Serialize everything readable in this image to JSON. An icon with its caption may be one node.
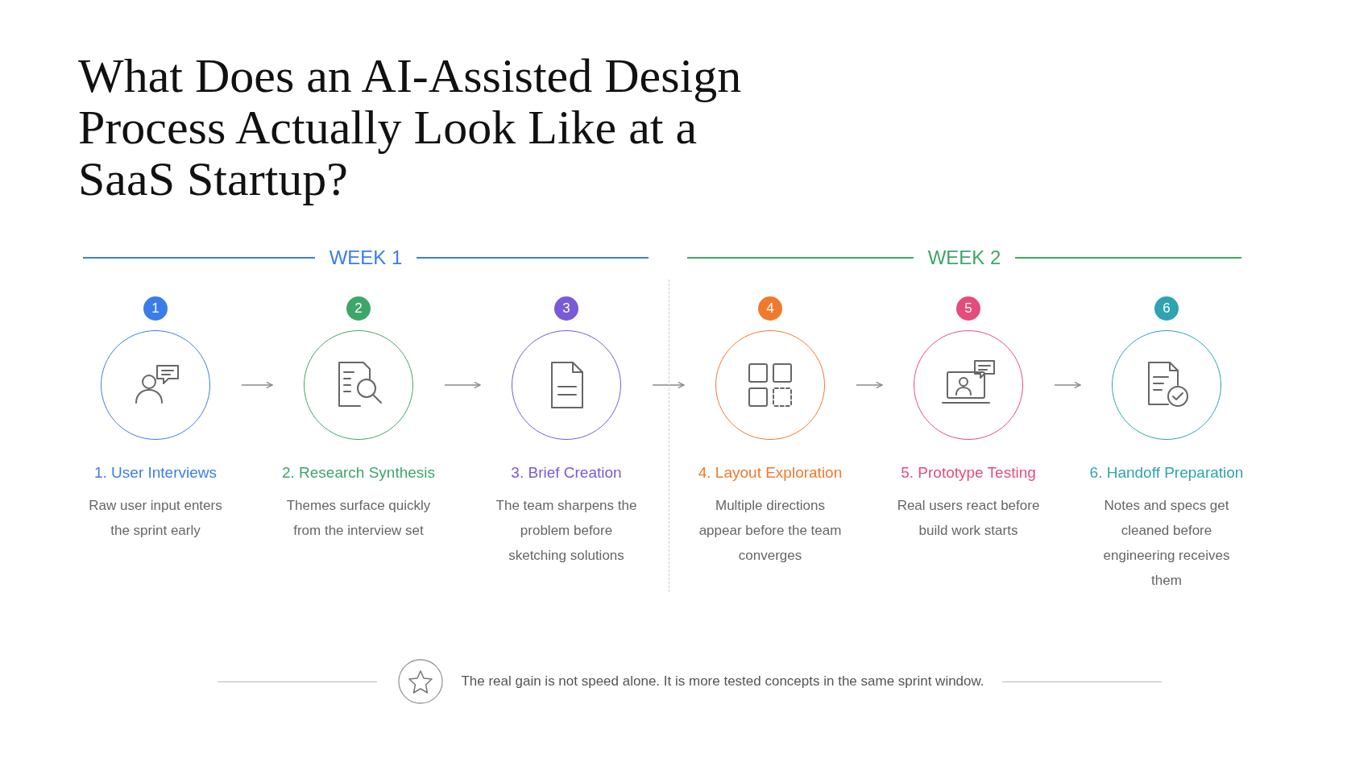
{
  "diagram": {
    "title": "What Does an AI-Assisted Design Process Actually Look Like at a SaaS Startup?",
    "nodes": [
      {
        "text": [
          "1",
          "1. User Interviews",
          "Raw user input enters the sprint early"
        ]
      },
      {
        "text": [
          "2",
          "2. Research Synthesis",
          "Themes surface quickly from the interview set"
        ]
      },
      {
        "text": [
          "3",
          "3. Brief Creation",
          "The team sharpens the problem before sketching solutions"
        ]
      },
      {
        "text": [
          "4",
          "4. Layout Exploration",
          "Multiple directions appear before the team converges"
        ]
      },
      {
        "text": [
          "5",
          "5. Prototype Testing",
          "Real users react before build work starts"
        ]
      },
      {
        "text": [
          "6",
          "6. Handoff Preparation",
          "Notes and specs get cleaned before engineering receives them"
        ]
      }
    ],
    "edges": [
      {
        "from": 0,
        "to": 1,
        "arrow": "to"
      },
      {
        "from": 1,
        "to": 2,
        "arrow": "to"
      },
      {
        "from": 2,
        "to": 3,
        "arrow": "to"
      },
      {
        "from": 3,
        "to": 4,
        "arrow": "to"
      },
      {
        "from": 4,
        "to": 5,
        "arrow": "to"
      }
    ],
    "labels": [
      "WEEK 1",
      "WEEK 2",
      "The real gain is not speed alone. It is more tested concepts in the same sprint window."
    ]
  }
}
